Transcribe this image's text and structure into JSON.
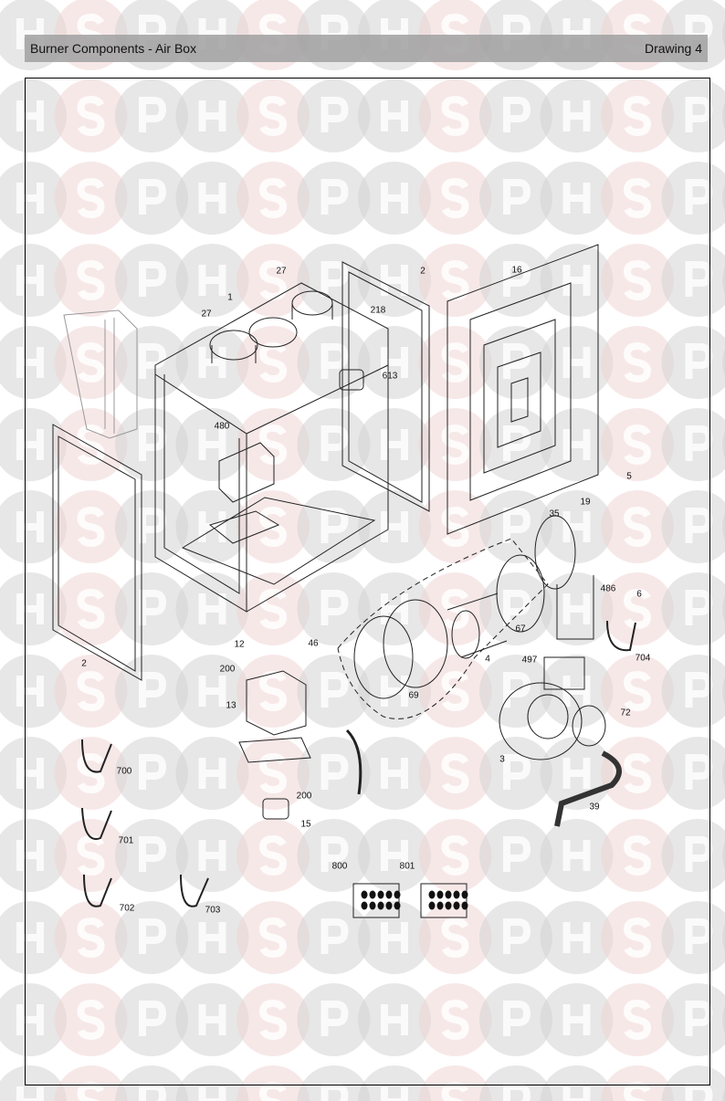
{
  "header": {
    "title": "Burner Components - Air Box",
    "drawing": "Drawing 4"
  },
  "watermark": {
    "letters": [
      "H",
      "S",
      "P"
    ],
    "colors": {
      "H": "#d4d4d4",
      "S": "#f0d6d6",
      "P": "#d4d4d4"
    }
  },
  "parts": [
    {
      "id": "p27a",
      "label": "27"
    },
    {
      "id": "p2a",
      "label": "2"
    },
    {
      "id": "p16",
      "label": "16"
    },
    {
      "id": "p1",
      "label": "1"
    },
    {
      "id": "p27b",
      "label": "27"
    },
    {
      "id": "p218",
      "label": "218"
    },
    {
      "id": "p613",
      "label": "613"
    },
    {
      "id": "p480",
      "label": "480"
    },
    {
      "id": "p5",
      "label": "5"
    },
    {
      "id": "p19",
      "label": "19"
    },
    {
      "id": "p35",
      "label": "35"
    },
    {
      "id": "p486",
      "label": "486"
    },
    {
      "id": "p6",
      "label": "6"
    },
    {
      "id": "p67",
      "label": "67"
    },
    {
      "id": "p46",
      "label": "46"
    },
    {
      "id": "p12",
      "label": "12"
    },
    {
      "id": "p4",
      "label": "4"
    },
    {
      "id": "p497",
      "label": "497"
    },
    {
      "id": "p704",
      "label": "704"
    },
    {
      "id": "p2b",
      "label": "2"
    },
    {
      "id": "p200a",
      "label": "200"
    },
    {
      "id": "p69",
      "label": "69"
    },
    {
      "id": "p72",
      "label": "72"
    },
    {
      "id": "p13",
      "label": "13"
    },
    {
      "id": "p3",
      "label": "3"
    },
    {
      "id": "p700",
      "label": "700"
    },
    {
      "id": "p200b",
      "label": "200"
    },
    {
      "id": "p39",
      "label": "39"
    },
    {
      "id": "p15",
      "label": "15"
    },
    {
      "id": "p701",
      "label": "701"
    },
    {
      "id": "p800",
      "label": "800"
    },
    {
      "id": "p801",
      "label": "801"
    },
    {
      "id": "p702",
      "label": "702"
    },
    {
      "id": "p703",
      "label": "703"
    }
  ]
}
